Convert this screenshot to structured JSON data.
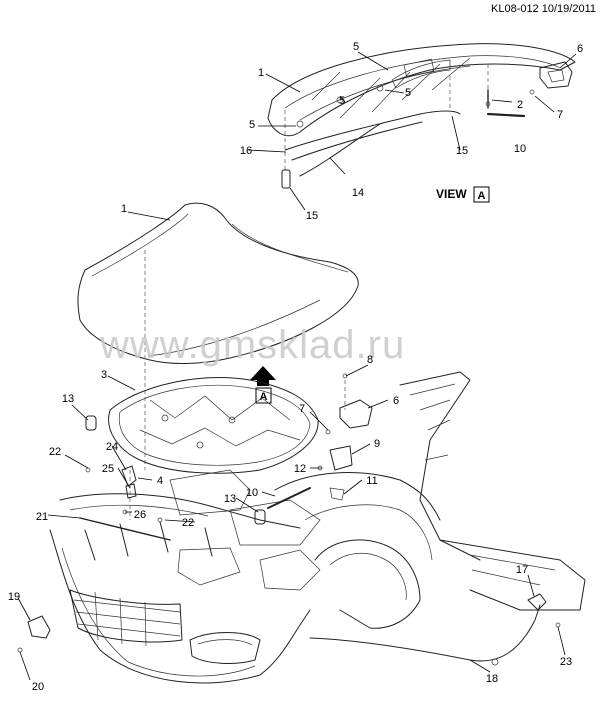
{
  "header": {
    "drawing_id": "KL08-012 10/19/2011"
  },
  "watermark": "www.gmsklad.ru",
  "view": {
    "label": "VIEW",
    "letter": "A"
  },
  "arrow_marker": {
    "letter": "A"
  },
  "callouts": [
    {
      "n": "5"
    },
    {
      "n": "6"
    },
    {
      "n": "1"
    },
    {
      "n": "5"
    },
    {
      "n": "5"
    },
    {
      "n": "2"
    },
    {
      "n": "7"
    },
    {
      "n": "5"
    },
    {
      "n": "15"
    },
    {
      "n": "10"
    },
    {
      "n": "16"
    },
    {
      "n": "14"
    },
    {
      "n": "15"
    },
    {
      "n": "1"
    },
    {
      "n": "8"
    },
    {
      "n": "3"
    },
    {
      "n": "13"
    },
    {
      "n": "6"
    },
    {
      "n": "7"
    },
    {
      "n": "24"
    },
    {
      "n": "22"
    },
    {
      "n": "9"
    },
    {
      "n": "25"
    },
    {
      "n": "12"
    },
    {
      "n": "4"
    },
    {
      "n": "11"
    },
    {
      "n": "10"
    },
    {
      "n": "13"
    },
    {
      "n": "26"
    },
    {
      "n": "21"
    },
    {
      "n": "22"
    },
    {
      "n": "17"
    },
    {
      "n": "19"
    },
    {
      "n": "23"
    },
    {
      "n": "18"
    },
    {
      "n": "20"
    }
  ]
}
